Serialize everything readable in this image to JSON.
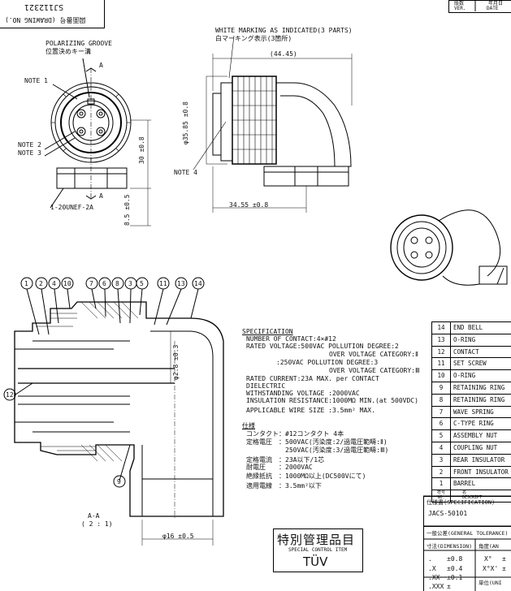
{
  "title_block": {
    "drawing_no": "SJ112321",
    "drawing_no_label": "図面番号 (DRAWING NO.)",
    "rev_label_jp": "版数",
    "rev_label_en": "VER.",
    "date_label_jp": "年月日",
    "date_label_en": "DATE"
  },
  "top_view": {
    "polarizing_label_en": "POLARIZING GROOVE",
    "polarizing_label_jp": "位置決めキー溝",
    "section_a": "A",
    "note1": "NOTE 1",
    "note2": "NOTE 2",
    "note3": "NOTE 3",
    "thread": "1-20UNEF-2A",
    "dim_30": "30 ±0.8",
    "dim_8_5": "8.5 ±0.5"
  },
  "side_view": {
    "marking_en": "WHITE MARKING AS INDICATED(3 PARTS)",
    "marking_jp": "白マーキング表示(3箇所)",
    "dim_44_45": "(44.45)",
    "dim_35_85": "φ35.85 ±0.8",
    "dim_34_55": "34.55 ±0.8",
    "note4": "NOTE 4"
  },
  "section_view": {
    "balloons": [
      "1",
      "2",
      "4",
      "10",
      "7",
      "6",
      "8",
      "3",
      "5",
      "11",
      "13",
      "14",
      "12",
      "9"
    ],
    "dim_2_8": "φ2.8 ±0.3",
    "dim_16": "φ16 ±0.5",
    "view_label": "A-A",
    "scale": "( 2 : 1)"
  },
  "specification": {
    "heading": "SPECIFICATION",
    "lines": [
      "NUMBER OF CONTACT:4×#12",
      "RATED VOLTAGE:500VAC POLLUTION DEGREE:2",
      "OVER VOLTAGE CATEGORY:Ⅱ",
      ":250VAC POLLUTION DEGREE:3",
      "OVER VOLTAGE CATEGORY:Ⅲ",
      "RATED CURRENT:23A MAX. per CONTACT",
      "DIELECTRIC",
      "WITHSTANDING VOLTAGE :2000VAC",
      "INSULATION RESISTANCE:1000MΩ MIN.(at 500VDC)",
      "APPLICABLE WIRE SIZE :3.5mm² MAX."
    ]
  },
  "spec_jp": {
    "heading": "仕様",
    "lines": [
      "コンタクト：#12コンタクト 4本",
      "定格電圧　：500VAC(汚染度:2/過電圧範疇:Ⅱ)",
      "　　　　　　250VAC(汚染度:3/過電圧範疇:Ⅲ)",
      "定格電流　：23A以下/1芯",
      "耐電圧　　：2000VAC",
      "絶縁抵抗　：1000MΩ以上(DC500Vにて)",
      "適用電線　：3.5mm²以下"
    ]
  },
  "parts_list": {
    "rows": [
      {
        "no": "14",
        "desc": "END BELL"
      },
      {
        "no": "13",
        "desc": "O-RING"
      },
      {
        "no": "12",
        "desc": "CONTACT"
      },
      {
        "no": "11",
        "desc": "SET SCREW"
      },
      {
        "no": "10",
        "desc": "O-RING"
      },
      {
        "no": "9",
        "desc": "RETAINING RING"
      },
      {
        "no": "8",
        "desc": "RETAINING RING"
      },
      {
        "no": "7",
        "desc": "WAVE SPRING"
      },
      {
        "no": "6",
        "desc": "C-TYPE RING"
      },
      {
        "no": "5",
        "desc": "ASSEMBLY NUT"
      },
      {
        "no": "4",
        "desc": "COUPLING NUT"
      },
      {
        "no": "3",
        "desc": "REAR INSULATOR"
      },
      {
        "no": "2",
        "desc": "FRONT INSULATOR"
      },
      {
        "no": "1",
        "desc": "BARREL"
      }
    ],
    "head_no_jp": "符号",
    "head_no_en": "NO.",
    "head_desc_jp": "名",
    "head_desc_en": "DESCRIPT"
  },
  "spec_sheet": {
    "label": "仕様書(SPECIFICATION)",
    "number": "JACS-50101"
  },
  "tolerance": {
    "heading": "一般公差(GENERAL TOLERANCE)",
    "col1": "寸法(DIMENSION)",
    "col2": "角度(AN",
    "r1a": ".",
    "r1b": "±0.8",
    "r1c": "X°",
    "r1d": "±",
    "r2a": ".X",
    "r2b": "±0.4",
    "r2c": "X°X'",
    "r2d": "±",
    "r3a": ".XX",
    "r3b": "±0.1",
    "r4a": ".XXX",
    "r4b": "±",
    "unit": "単位(UNI"
  },
  "stamp": {
    "jp": "特別管理品目",
    "en": "SPECIAL CONTROL ITEM",
    "mark": "TÜV"
  }
}
